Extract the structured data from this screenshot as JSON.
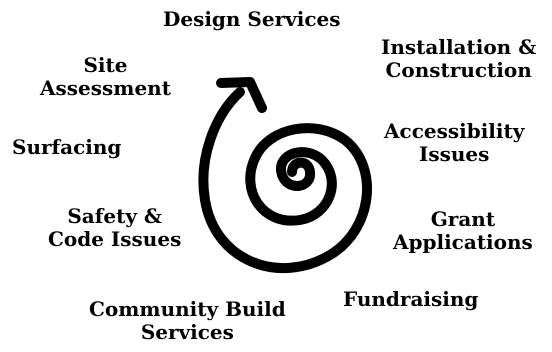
{
  "labels": {
    "design_services": "Design Services",
    "installation_line1": "Installation &",
    "installation_line2": "Construction",
    "site_line1": "Site",
    "site_line2": "Assessment",
    "accessibility_line1": "Accessibility",
    "accessibility_line2": "Issues",
    "surfacing": "Surfacing",
    "safety_line1": "Safety &",
    "safety_line2": "Code Issues",
    "grant_line1": "Grant",
    "grant_line2": "Applications",
    "fundraising": "Fundraising",
    "community_line1": "Community Build",
    "community_line2": "Services"
  },
  "colors": {
    "text": "#000000",
    "spiral": "#000000",
    "background": "#ffffff"
  },
  "icons": {
    "center": "spiral-arrow-icon"
  }
}
